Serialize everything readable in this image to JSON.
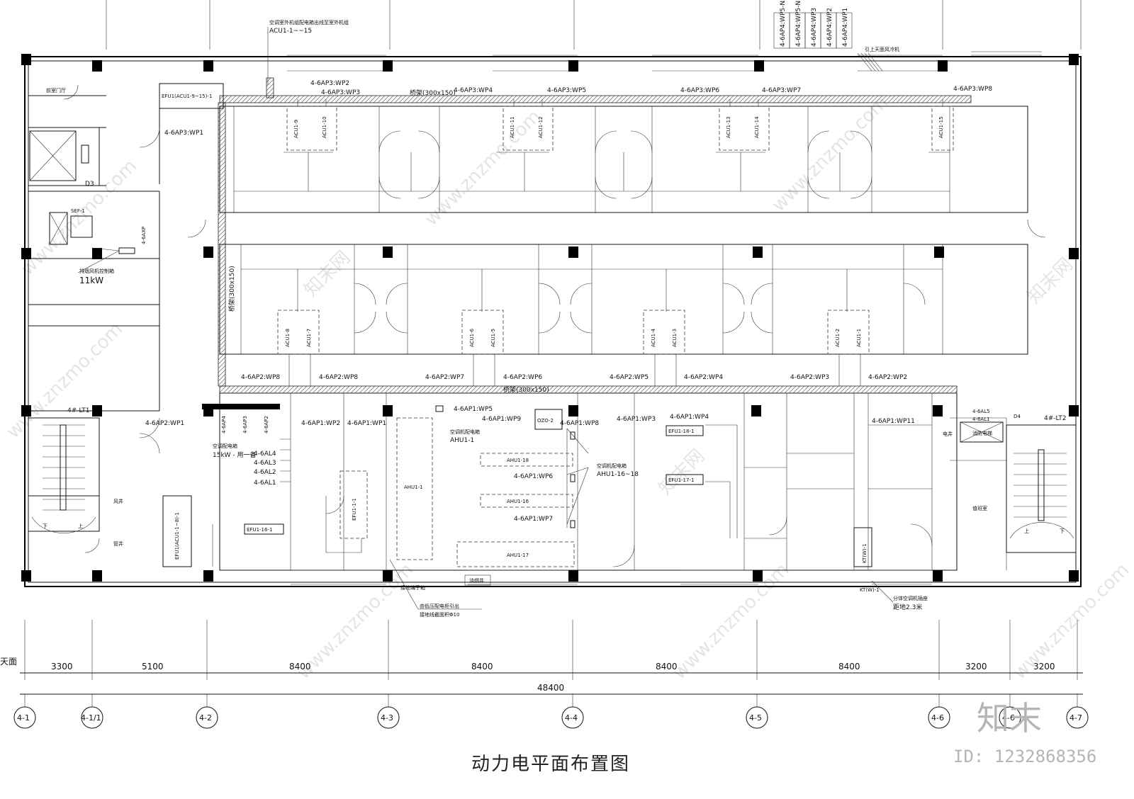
{
  "drawing_title": "动力电平面布置图",
  "axes": [
    "4-1",
    "4-1/1",
    "4-2",
    "4-3",
    "4-4",
    "4-5",
    "4-6",
    "4-6",
    "4-7"
  ],
  "dimensions": {
    "spans": [
      "3300",
      "5100",
      "8400",
      "8400",
      "8400",
      "8400",
      "3200",
      "3200"
    ],
    "total": "48400",
    "left_note": "天面"
  },
  "top_riser_labels": [
    "4-6AP4:WP5-N2",
    "4-6AP4:WP5-N1",
    "4-6AP4:WP3",
    "4-6AP4:WP2",
    "4-6AP4:WP1"
  ],
  "top_riser_note": "引上天面风冷机",
  "acu_range_label": "ACU1-1~~15",
  "acu_range_note": "空调室外机组配电箱出线至室外机组",
  "tray_top": "桥架(300x150)",
  "tray_mid": "桥架(300x150)",
  "tray_vert": "桥架(300x150)",
  "ap3_circuits": [
    "4-6AP3:WP1",
    "4-6AP3:WP2",
    "4-6AP3:WP3",
    "4-6AP3:WP4",
    "4-6AP3:WP5",
    "4-6AP3:WP6",
    "4-6AP3:WP7",
    "4-6AP3:WP8"
  ],
  "ap2_circuits": [
    "4-6AP2:WP1",
    "4-6AP2:WP8",
    "4-6AP2:WP8",
    "4-6AP2:WP7",
    "4-6AP2:WP6",
    "4-6AP2:WP5",
    "4-6AP2:WP4",
    "4-6AP2:WP3",
    "4-6AP2:WP2"
  ],
  "ap1_circuits": [
    "4-6AP1:WP2",
    "4-6AP1:WP1",
    "4-6AP1:WP5",
    "4-6AP1:WP9",
    "4-6AP1:WP8",
    "4-6AP1:WP3",
    "4-6AP1:WP4",
    "4-6AP1:WP11",
    "4-6AP1:WP6",
    "4-6AP1:WP7"
  ],
  "acu_top": [
    "ACU1-9",
    "ACU1-10",
    "ACU1-11",
    "ACU1-12",
    "ACU1-13",
    "ACU1-14",
    "ACU1-15"
  ],
  "acu_bottom": [
    "ACU1-8",
    "ACU1-7",
    "ACU1-6",
    "ACU1-5",
    "ACU1-4",
    "ACU1-3",
    "ACU1-2",
    "ACU1-1"
  ],
  "ahu": [
    "AHU1-1",
    "AHU1-18",
    "AHU1-16",
    "AHU1-17"
  ],
  "ahu_note": "空调机配电箱",
  "ahu_box1": "AHU1-1",
  "ahu_box2": "AHU1-16~18",
  "efu": [
    "EFU1(ACU1-9~15)-1",
    "EFU1-1-1",
    "EFU1(ACU1-1~8)-1",
    "EFU1-16-1",
    "EFU1-18-1",
    "EFU1-17-1"
  ],
  "oz": "OZO-2",
  "kt": "KT(W)-1",
  "kt_note": "分体空调机插座",
  "kt_height": "距地2.3米",
  "ground_note_1": "接地端子箱",
  "ground_note_2": "由低压配电柜引出",
  "ground_note_3": "接地线截面积Φ10",
  "sef": "SEF-1",
  "exhaust_ctrl": "排烟风机控制箱",
  "exhaust_kw": "11kW",
  "axp": "4-6AXP",
  "ap_panel_label": "空调配电箱",
  "ap_panel_kw": "15kW - 用一备",
  "ap_panels": [
    "4-6AP4",
    "4-6AP3",
    "4-6AP2"
  ],
  "al_circuits": [
    "4-6AL4",
    "4-6AL3",
    "4-6AL2",
    "4-6AL1"
  ],
  "al_right": [
    "4-6AL5",
    "4-6AL1"
  ],
  "stair_left": "4#-LT1",
  "stair_right": "4#-LT2",
  "d3": "D3",
  "d4": "D4",
  "room_entry": "前室门厅",
  "room_duty": "值班室",
  "room_fan": "风井",
  "room_pipe": "管井",
  "room_elec": "电井",
  "room_fire": "消防电梯",
  "room_stair_up": "上",
  "room_stair_down": "下",
  "oil_well": "油烟井",
  "logo_text": "知末",
  "id_text": "ID: 1232868356",
  "watermark": "www.znzmo.com",
  "watermark_cn": "知末网"
}
